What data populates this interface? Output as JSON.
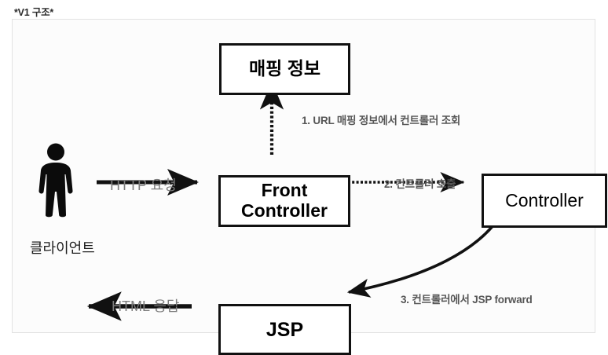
{
  "page": {
    "title": "*V1 구조*"
  },
  "diagram": {
    "type": "flow-diagram",
    "background_color": "#fcfcfc",
    "border_color": "#e2e2e2",
    "node_border_color": "#111111",
    "label_color": "#7d7d7d",
    "step_label_color": "#565656",
    "nodes": [
      {
        "id": "mapping-info",
        "label": "매핑 정보"
      },
      {
        "id": "front-controller",
        "label_line1": "Front",
        "label_line2": "Controller"
      },
      {
        "id": "controller",
        "label": "Controller"
      },
      {
        "id": "jsp",
        "label": "JSP"
      }
    ],
    "actor": {
      "icon": "person-icon",
      "label": "클라이언트"
    },
    "edges": [
      {
        "id": "http-request",
        "label": "HTTP 요청",
        "from": "client",
        "to": "front-controller",
        "style": "solid",
        "direction": "right"
      },
      {
        "id": "lookup-controller",
        "label": "1. URL 매핑 정보에서 컨트롤러 조회",
        "from": "front-controller",
        "to": "mapping-info",
        "style": "dashed",
        "direction": "up"
      },
      {
        "id": "call-controller",
        "label": "2. 컨트롤러 호출",
        "from": "front-controller",
        "to": "controller",
        "style": "dashed",
        "direction": "right"
      },
      {
        "id": "jsp-forward",
        "label": "3. 컨트롤러에서 JSP forward",
        "from": "controller",
        "to": "jsp",
        "style": "solid-curved",
        "direction": "down-left"
      },
      {
        "id": "html-response",
        "label": "HTML 응답",
        "from": "jsp",
        "to": "client",
        "style": "solid",
        "direction": "left"
      }
    ]
  }
}
